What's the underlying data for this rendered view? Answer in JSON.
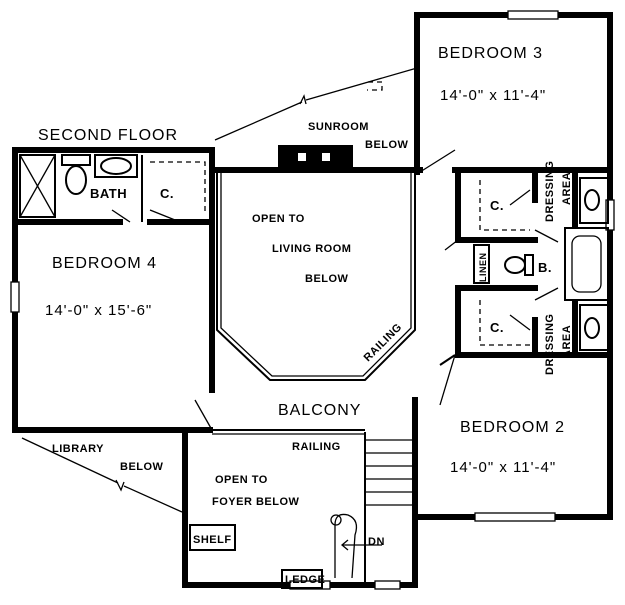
{
  "plan": {
    "title": "SECOND FLOOR",
    "rooms": {
      "bedroom3": {
        "name": "BEDROOM 3",
        "size": "14'-0\" x 11'-4\""
      },
      "bedroom4": {
        "name": "BEDROOM 4",
        "size": "14'-0\" x 15'-6\""
      },
      "bedroom2": {
        "name": "BEDROOM 2",
        "size": "14'-0\" x 11'-4\""
      }
    },
    "labels": {
      "sunroom_line1": "SUNROOM",
      "sunroom_line2": "BELOW",
      "open_living_line1": "OPEN TO",
      "open_living_line2": "LIVING ROOM",
      "open_living_line3": "BELOW",
      "bath": "BATH",
      "closet_bath": "C.",
      "closet_upper": "C.",
      "closet_lower": "C.",
      "dressing_upper_1": "DRESSING",
      "dressing_upper_2": "AREA",
      "dressing_lower_1": "DRESSING",
      "dressing_lower_2": "AREA",
      "linen": "LINEN",
      "bath_b": "B.",
      "railing_diag": "RAILING",
      "balcony": "BALCONY",
      "railing_balcony": "RAILING",
      "library_line1": "LIBRARY",
      "library_line2": "BELOW",
      "open_foyer_line1": "OPEN TO",
      "open_foyer_line2": "FOYER BELOW",
      "shelf": "SHELF",
      "dn": "DN",
      "ledge": "LEDGE"
    }
  }
}
